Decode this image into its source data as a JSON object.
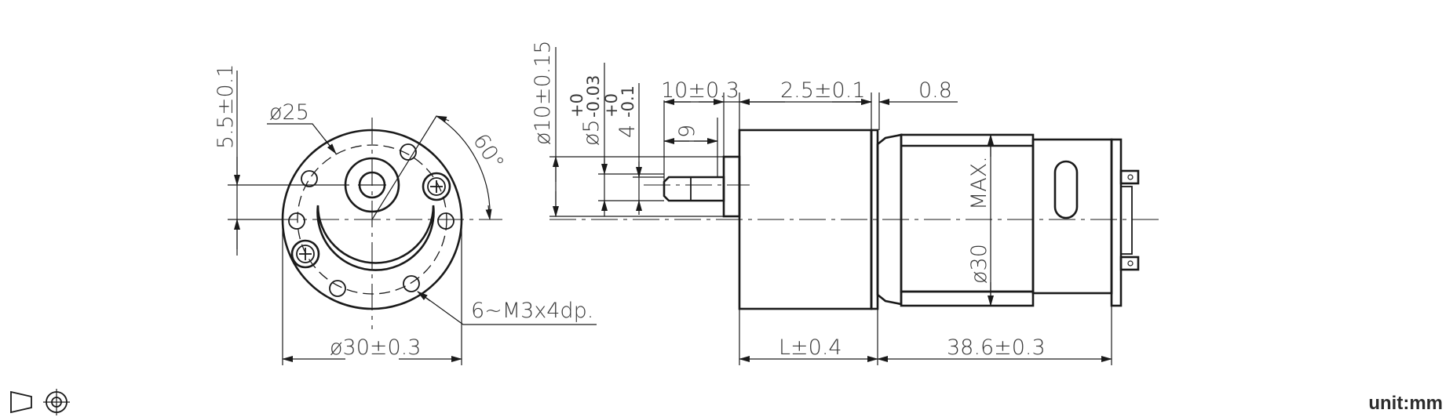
{
  "dimensions": {
    "height_offset": "5.5±0.1",
    "inner_circle": "ø25",
    "outer_diameter": "ø30±0.3",
    "angle": "60°",
    "mount_holes": "6~M3x4dp.",
    "shaft_dia_10": "ø10±0.15",
    "shaft_dia_5_base": "ø5",
    "shaft_dia_5_upper": "+0",
    "shaft_dia_5_lower": "-0.03",
    "flat_4_base": "4",
    "flat_4_upper": "+0",
    "flat_4_lower": "-0.1",
    "shaft_length": "10±0.3",
    "flat_length": "9",
    "boss_length": "2.5±0.1",
    "gap": "0.8",
    "motor_max": "MAX.",
    "motor_dia": "ø30",
    "gearbox_length": "L±0.4",
    "motor_length": "38.6±0.3"
  },
  "unit": "unit:mm",
  "projection_symbol": "first-angle-projection-icon"
}
